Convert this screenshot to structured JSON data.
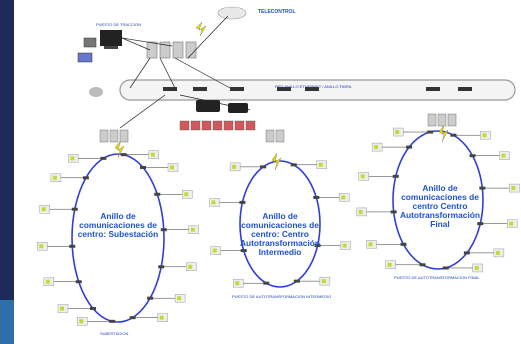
{
  "diagram": {
    "title_right": "TELECONTROL",
    "backbone_label": "RED ANILLO ETHERNET / ANILLO FIBRA",
    "rings": [
      {
        "label": "Anillo de comunicaciones de centro: Subestación",
        "footer": "SUBESTACION"
      },
      {
        "label": "Anillo de comunicaciones de centro: Centro Autotransformación Intermedio",
        "footer": "PUESTO DE AUTOTRANSFORMACION INTERMEDIO"
      },
      {
        "label": "Anillo de comunicaciones de centro Centro Autotransformación Final",
        "footer": "PUESTO DE AUTOTRANSFORMACION FINAL"
      }
    ],
    "top_left_label": "PUESTO DE TRACCION",
    "colors": {
      "ring": "#2e3fd8",
      "text": "#1e50d0",
      "cable": "#222222",
      "backbone": "#999999"
    }
  }
}
